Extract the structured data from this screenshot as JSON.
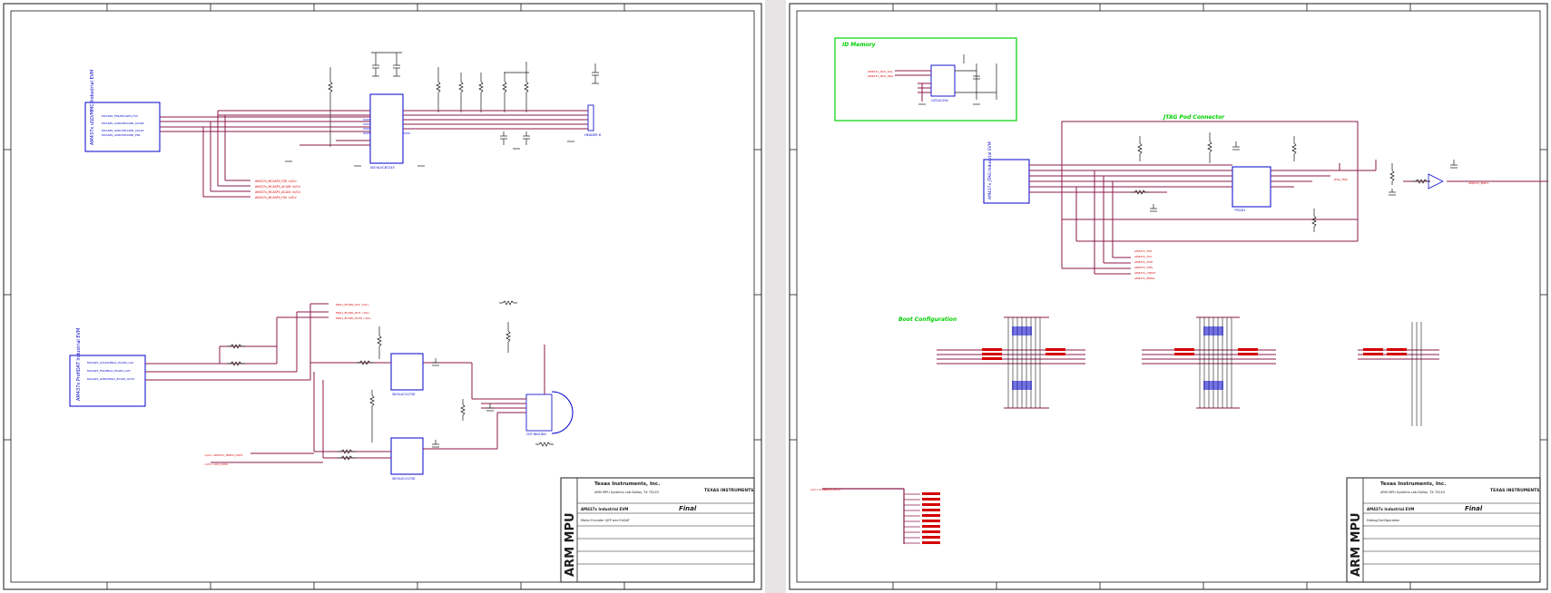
{
  "sheet1": {
    "block_top": {
      "box_title": "AM437x uSD/MMC Industrial EVM",
      "pins": [
        "MCASP0_FSR/MCASP0_FSX",
        "MCASP0_AXR0/MCASP0_ACLKR",
        "MCASP0_AXR1/MCASP0_ACLKX",
        "MCASP0_AXR2/MCASP0_FSR"
      ],
      "connector": "HEADER 6",
      "ic": "SN74LVC8T245",
      "nets": [
        "AM437x_MCASP0_FSR  <I/O>",
        "AM437x_MCASP0_ACLKR  <I/O>",
        "AM437x_MCASP0_ACLKX  <I/O>",
        "AM437x_MCASP0_FSX  <I/O>"
      ]
    },
    "block_bottom": {
      "box_title": "AM437x ProfiDAT Industrial EVM",
      "pins": [
        "MCASP1_ACLKX/PRG1_ECAP0_CLK",
        "MCASP1_FSX/PRG1_ECAP0_OUT",
        "MCASP1_AXR0/PRG1_ECAP0_OUT2"
      ],
      "ic_top": "SN74LVC1G7SD",
      "ic_bottom": "SN74LVC1G7SD",
      "connector": "CN7 MINI-DIN"
    },
    "title_block": {
      "side_text": "ARM MPU",
      "company": "Texas Instruments, Inc.",
      "address": "ARM MPU Systems Lab  Dallas, TX  75243",
      "design": "AM437x Industrial EVM",
      "sheet_name": "Motor Encoder QEP and EnDAT",
      "status": "Final",
      "logo": "TEXAS INSTRUMENTS"
    }
  },
  "sheet2": {
    "labels": {
      "id_memory": "ID Memory",
      "jtag": "JTAG Pod Connector",
      "boot": "Boot Configuration"
    },
    "eeprom": "CAT24C256",
    "jtag_box_title": "AM437x JTAG Industrial EVM",
    "jtag_ic": "TPS2D1",
    "title_block": {
      "side_text": "ARM MPU",
      "company": "Texas Instruments, Inc.",
      "address": "ARM MPU Systems Lab  Dallas, TX  75243",
      "design": "AM437x Industrial EVM",
      "sheet_name": "Debug/Configuration",
      "status": "Final",
      "logo": "TEXAS INSTRUMENTS"
    }
  },
  "colors": {
    "wire": "#8b1a4a",
    "symbol": "#0000cc",
    "net_label": "#d40000",
    "annotation": "#00d000",
    "border": "#1a1a1a"
  }
}
